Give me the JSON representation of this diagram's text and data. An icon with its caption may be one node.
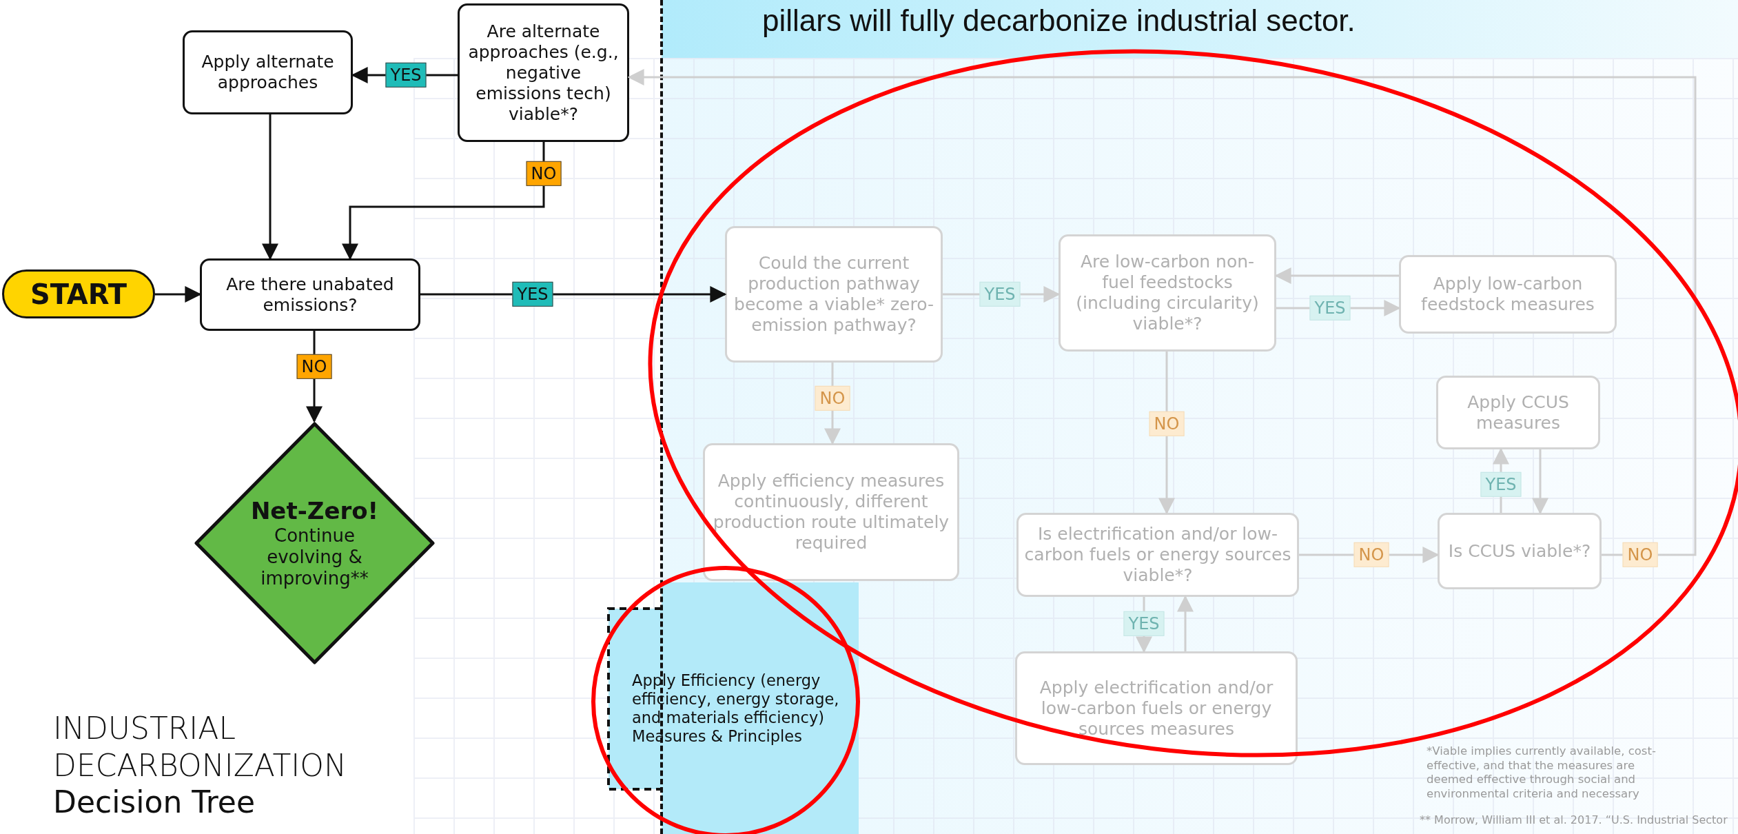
{
  "diagram": {
    "title": "INDUSTRIAL DECARBONIZATION **Decision Tree**",
    "nodes": [
      {
        "text": [
          "Apply alternate approaches"
        ]
      },
      {
        "text": [
          "Are alternate approaches (e.g., negative emissions tech) viable*?"
        ]
      },
      {
        "text": [
          "START"
        ]
      },
      {
        "text": [
          "Are there unabated emissions?"
        ]
      },
      {
        "text": [
          "Net-Zero!",
          "Continue evolving & improving**"
        ]
      },
      {
        "text": [
          "Could the current production pathway become a viable* zero-emission pathway?"
        ]
      },
      {
        "text": [
          "Are low-carbon non-fuel feedstocks (including circularity) viable*?"
        ]
      },
      {
        "text": [
          "Apply low-carbon feedstock measures"
        ]
      },
      {
        "text": [
          "Apply efficiency measures continuously, different production route ultimately required"
        ]
      },
      {
        "text": [
          "Apply CCUS measures"
        ]
      },
      {
        "text": [
          "Is electrification and/or low-carbon fuels or energy sources viable*?"
        ]
      },
      {
        "text": [
          "Is CCUS viable*?"
        ]
      },
      {
        "text": [
          "Apply Efficiency (energy efficiency, energy storage, and materials efficiency) Measures & Principles"
        ]
      },
      {
        "text": [
          "Apply electrification and/or low-carbon fuels or energy sources measures"
        ]
      }
    ],
    "edges": [
      {
        "from": 2,
        "to": 3,
        "arrow": "to",
        "color": "#111111"
      },
      {
        "from": 0,
        "to": 3,
        "arrow": "to",
        "color": "#111111"
      },
      {
        "from": 1,
        "to": 0,
        "arrow": "to",
        "label": "YES",
        "color": "#111111"
      },
      {
        "from": 1,
        "to": 3,
        "arrow": "to",
        "label": "NO",
        "color": "#111111"
      },
      {
        "from": 3,
        "to": 4,
        "arrow": "to",
        "label": "NO",
        "color": "#111111"
      },
      {
        "from": 3,
        "to": 5,
        "arrow": "to",
        "label": "YES",
        "color": "#111111"
      },
      {
        "from": 5,
        "to": 6,
        "arrow": "to",
        "label": "YES"
      },
      {
        "from": 7,
        "to": 6,
        "arrow": "to"
      },
      {
        "from": 6,
        "to": 7,
        "arrow": "to",
        "label": "YES"
      },
      {
        "from": 5,
        "to": 8,
        "arrow": "to",
        "label": "NO"
      },
      {
        "from": 6,
        "to": 10,
        "arrow": "to",
        "label": "NO"
      },
      {
        "from": 10,
        "to": 11,
        "arrow": "to",
        "label": "NO"
      },
      {
        "from": 11,
        "to": 9,
        "arrow": "to",
        "label": "YES"
      },
      {
        "from": 9,
        "to": 11,
        "arrow": "to"
      },
      {
        "from": 11,
        "to": 1,
        "arrow": "to",
        "label": "NO"
      },
      {
        "from": 10,
        "to": 13,
        "arrow": "to",
        "label": "YES"
      },
      {
        "from": 13,
        "to": 10,
        "arrow": "to"
      }
    ],
    "labels": [
      "pillars will fully decarbonize industrial sector.",
      "*Viable implies currently available, cost-effective, and that the measures are deemed effective through social and environmental criteria and necessary",
      "** Morrow, William III et al. 2017. “U.S. Industrial Sector"
    ]
  }
}
